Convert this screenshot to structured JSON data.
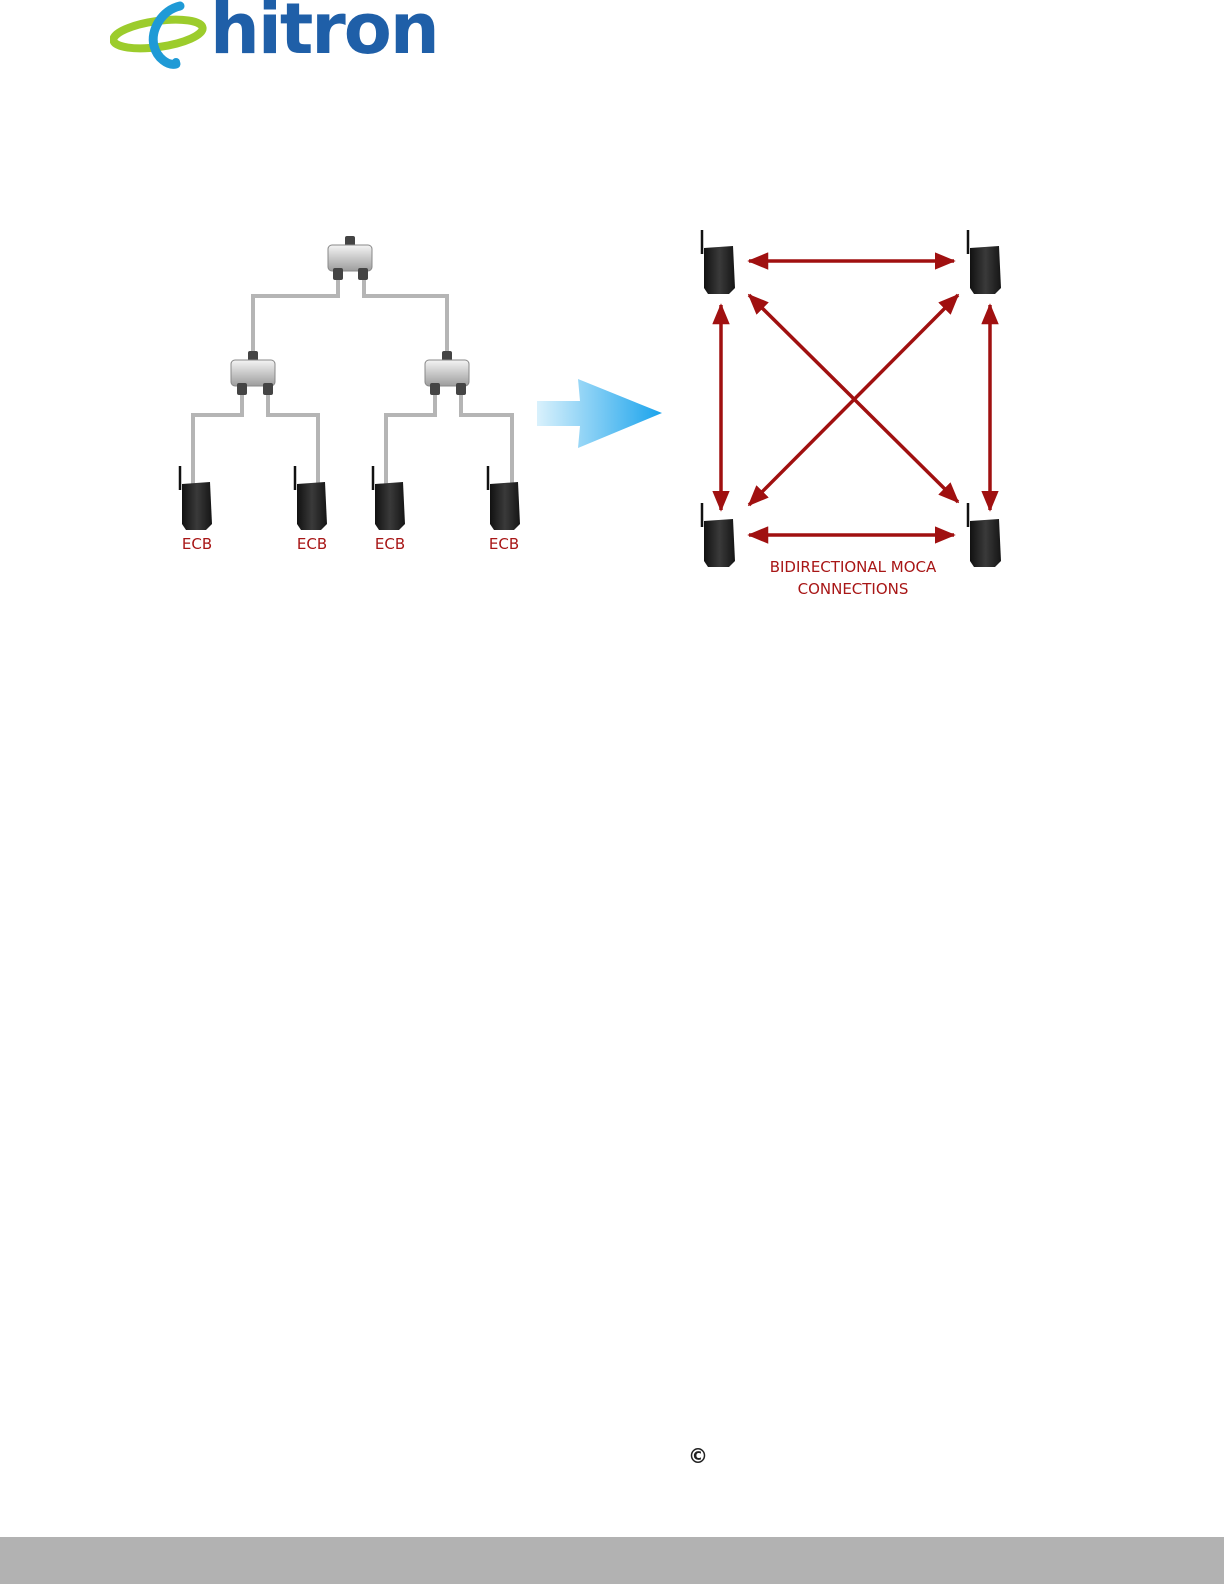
{
  "brand": {
    "name": "hitron",
    "primary_color": "#1f5fa8",
    "accent_color": "#9ccc2c"
  },
  "left_diagram": {
    "ecb_labels": [
      "ECB",
      "ECB",
      "ECB",
      "ECB"
    ],
    "cable_color": "#b5b5b5"
  },
  "transition_arrow": {
    "color": "#3fb4ef"
  },
  "right_diagram": {
    "caption_line1": "BIDIRECTIONAL MOCA",
    "caption_line2": "CONNECTIONS",
    "arrow_color": "#a01010"
  },
  "footer": {
    "copyright_symbol": "©"
  }
}
